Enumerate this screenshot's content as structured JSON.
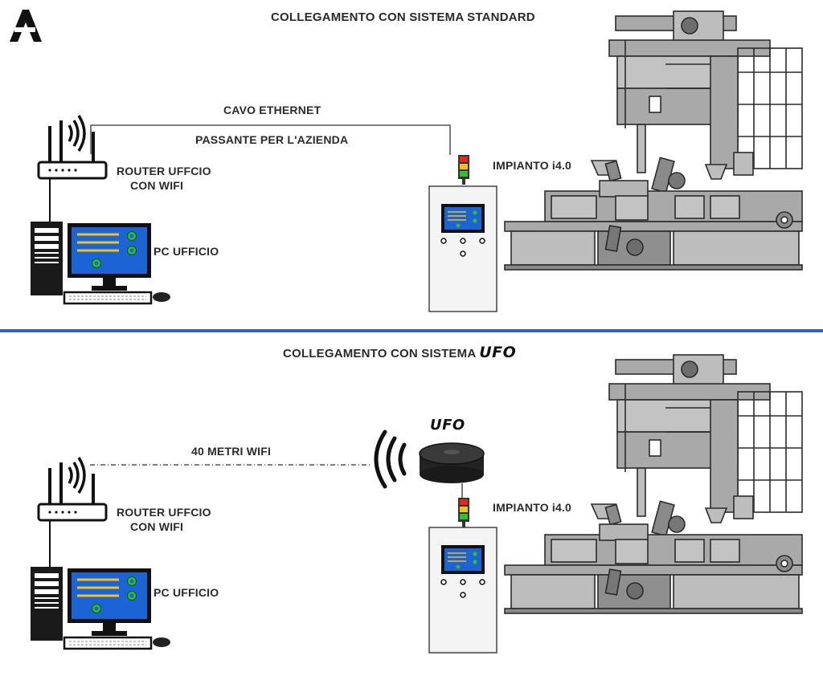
{
  "colors": {
    "divider": "#3b5fc9",
    "screen": "#1c63d6",
    "lines": "#f2c21b",
    "knob": "#2fc02f",
    "machine": "#a9a9a9"
  },
  "top": {
    "title": "COLLEGAMENTO CON SISTEMA STANDARD",
    "cable_line1": "CAVO ETHERNET",
    "cable_line2": "PASSANTE PER L'AZIENDA",
    "router_line1": "ROUTER UFFCIO",
    "router_line2": "CON WIFI",
    "pc_label": "PC UFFICIO",
    "plant_label": "IMPIANTO i4.0"
  },
  "bottom": {
    "title": "COLLEGAMENTO CON SISTEMA",
    "title_brand": "UFO",
    "wifi_distance": "40 METRI WIFI",
    "device_label": "UFO",
    "router_line1": "ROUTER UFFCIO",
    "router_line2": "CON WIFI",
    "pc_label": "PC UFFICIO",
    "plant_label": "IMPIANTO i4.0"
  },
  "icons": [
    "brand-logo-icon",
    "router-icon",
    "wifi-signal-icon",
    "pc-tower-icon",
    "monitor-icon",
    "keyboard-icon",
    "mouse-icon",
    "control-cabinet-icon",
    "signal-tower-icon",
    "machine-plant-icon",
    "ufo-device-icon"
  ]
}
